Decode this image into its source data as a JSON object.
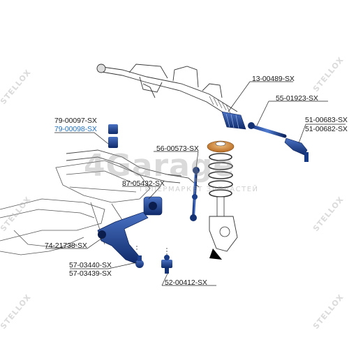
{
  "watermark": {
    "main": "4Garage",
    "sub": "ГИПЕРМАРКЕТ ЗАПЧАСТЕЙ",
    "side": "STELLOX"
  },
  "labels": {
    "rack": "13-00489-SX",
    "tie_rod_inner": "55-01923-SX",
    "tie_rod_end_1": "51-00683-SX",
    "tie_rod_end_2": "51-00682-SX",
    "stab_bush_1": "79-00097-SX",
    "stab_bush_2": "79-00098-SX",
    "stab_link": "56-00573-SX",
    "arm_bush": "87-05432-SX",
    "control_arm": "74-21738-SX",
    "ball_joint_1": "57-03440-SX",
    "ball_joint_2": "57-03439-SX",
    "ball_joint_lower": "52-00412-SX"
  },
  "colors": {
    "label_text": "#1a1a1a",
    "highlight_text": "#1f6fbf",
    "part_fill": "#2a4f9a",
    "part_dark": "#102a66",
    "spring_accent": "#c8782a",
    "outline": "#333333"
  }
}
